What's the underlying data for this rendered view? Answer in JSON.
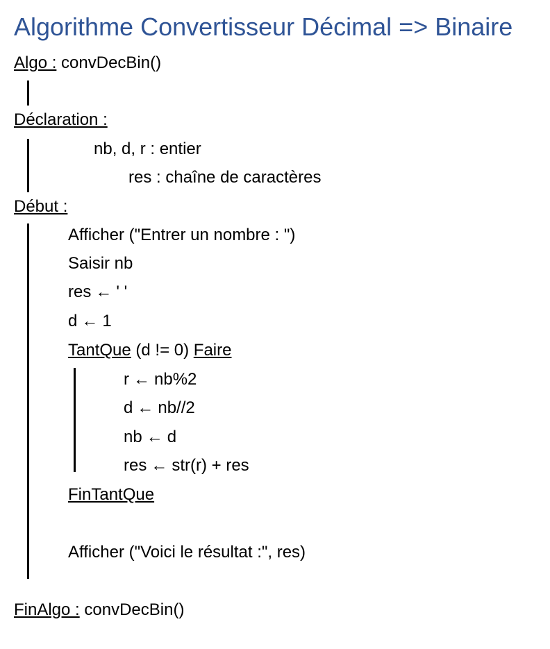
{
  "title": "Algorithme Convertisseur Décimal => Binaire",
  "algo": {
    "keyword": "Algo :",
    "name": "convDecBin()"
  },
  "declaration": {
    "keyword": "Déclaration :",
    "var1": "nb, d, r : entier",
    "var2": "res : chaîne de caractères"
  },
  "debut": {
    "keyword": "Début :"
  },
  "body": {
    "afficher1": "Afficher (\"Entrer un nombre : \")",
    "saisir": "Saisir nb",
    "res_lhs": "res",
    "res_rhs": "' '",
    "d_lhs": "d",
    "d_rhs": "1",
    "tantque_kw": "TantQue",
    "tantque_cond": "(d != 0)",
    "faire_kw": "Faire",
    "loop": [
      {
        "lhs": "r",
        "rhs": "nb%2"
      },
      {
        "lhs": "d",
        "rhs": "nb//2"
      },
      {
        "lhs": "nb",
        "rhs": "d"
      },
      {
        "lhs": "res",
        "rhs": "str(r) + res"
      }
    ],
    "fintantque": "FinTantQue",
    "afficher2": "Afficher (\"Voici le résultat :\", res)"
  },
  "finalgo": {
    "keyword": "FinAlgo :",
    "name": "convDecBin()"
  },
  "assign_arrow": "←",
  "colors": {
    "title": "#2f5496",
    "text": "#000000"
  }
}
